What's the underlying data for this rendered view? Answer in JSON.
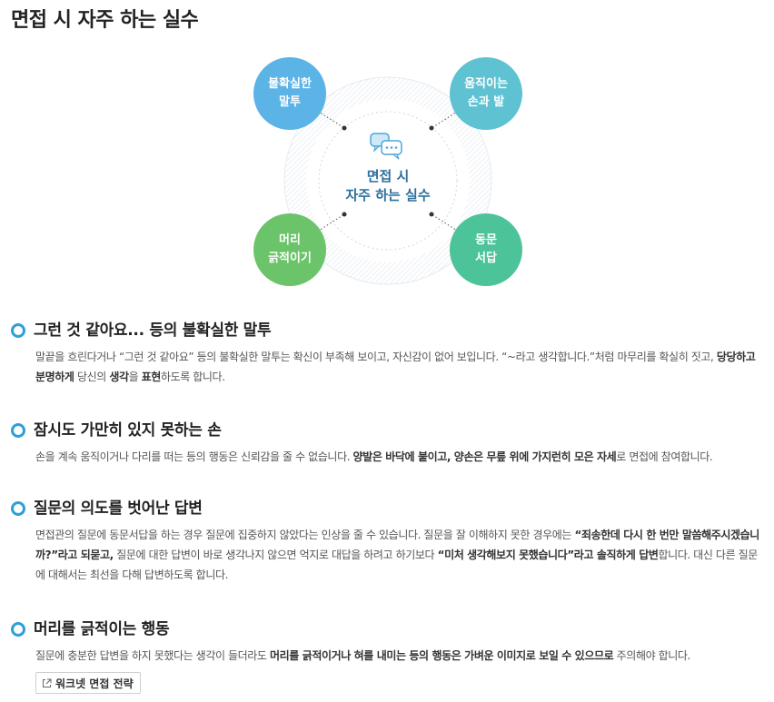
{
  "page": {
    "title": "면접 시 자주 하는 실수"
  },
  "diagram": {
    "center_lines": [
      "면접 시",
      "자주 하는 실수"
    ],
    "icon": "chat-bubbles-icon",
    "nodes": [
      {
        "lines": [
          "불확실한",
          "말투"
        ],
        "color": "#5bb3e6"
      },
      {
        "lines": [
          "움직이는",
          "손과 발"
        ],
        "color": "#5ec2d2"
      },
      {
        "lines": [
          "머리",
          "긁적이기"
        ],
        "color": "#6cc46a"
      },
      {
        "lines": [
          "동문",
          "서답"
        ],
        "color": "#4dc39a"
      }
    ]
  },
  "sections": [
    {
      "title": "그런 것 같아요... 등의 불확실한 말투",
      "body": [
        {
          "text": "말끝을 흐린다거나 “그런 것 같아요” 등의 불확실한 말투는 확신이 부족해 보이고, 자신감이 없어 보입니다. “~라고 생각합니다.”처럼 마무리를 확실히 짓고, ",
          "bold": false
        },
        {
          "text": "당당하고 분명하게",
          "bold": true
        },
        {
          "text": " 당신의 ",
          "bold": false
        },
        {
          "text": "생각",
          "bold": true
        },
        {
          "text": "을 ",
          "bold": false
        },
        {
          "text": "표현",
          "bold": true
        },
        {
          "text": "하도록 합니다.",
          "bold": false
        }
      ]
    },
    {
      "title": "잠시도 가만히 있지 못하는 손",
      "body": [
        {
          "text": "손을 계속 움직이거나 다리를 떠는 등의 행동은 신뢰감을 줄 수 없습니다. ",
          "bold": false
        },
        {
          "text": "양발은 바닥에 붙이고, 양손은 무릎 위에 가지런히 모은 자세",
          "bold": true
        },
        {
          "text": "로 면접에 참여합니다.",
          "bold": false
        }
      ]
    },
    {
      "title": "질문의 의도를 벗어난 답변",
      "body": [
        {
          "text": "면접관의 질문에 동문서답을 하는 경우 질문에 집중하지 않았다는 인상을 줄 수 있습니다. 질문을 잘 이해하지 못한 경우에는 ",
          "bold": false
        },
        {
          "text": "“죄송한데 다시 한 번만 말씀해주시겠습니까?”라고 되묻고,",
          "bold": true
        },
        {
          "text": " 질문에 대한 답변이 바로 생각나지 않으면 억지로 대답을 하려고 하기보다 ",
          "bold": false
        },
        {
          "text": "“미처 생각해보지 못했습니다”라고 솔직하게 답변",
          "bold": true
        },
        {
          "text": "합니다. 대신 다른 질문에 대해서는 최선을 다해 답변하도록 합니다.",
          "bold": false
        }
      ]
    },
    {
      "title": "머리를 긁적이는 행동",
      "body": [
        {
          "text": "질문에 충분한 답변을 하지 못했다는 생각이 들더라도 ",
          "bold": false
        },
        {
          "text": "머리를 긁적이거나 혀를 내미는 등의 행동은 가벼운 이미지로 보일 수 있으므로",
          "bold": true
        },
        {
          "text": " 주의해야 합니다.",
          "bold": false
        }
      ]
    }
  ],
  "link": {
    "label": "워크넷 면접 전략",
    "icon": "external-link-icon"
  }
}
